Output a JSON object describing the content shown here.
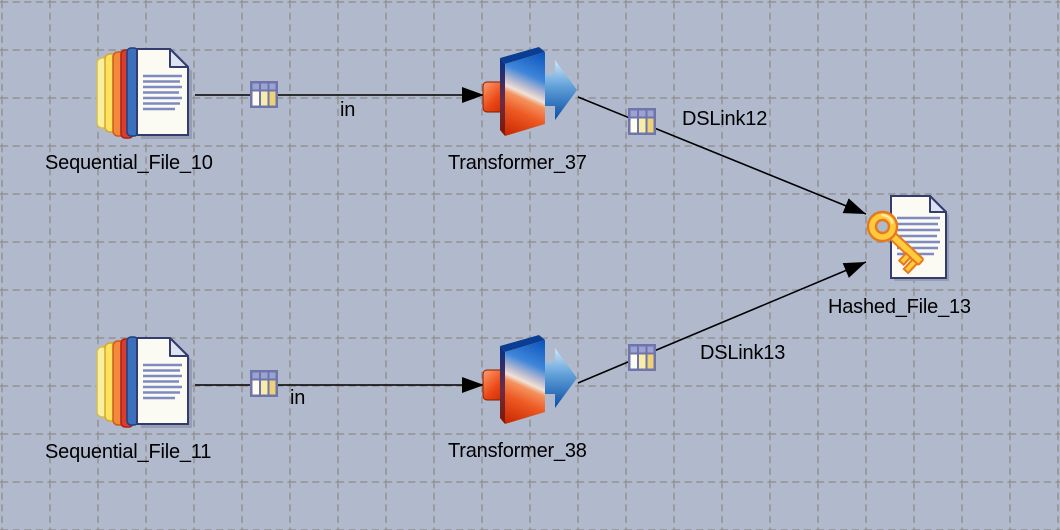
{
  "app": {
    "view": "DataStage job design canvas"
  },
  "colors": {
    "canvas_bg": "#b1b9cd",
    "grid_line": "#96979b",
    "link_line": "#000000",
    "label_text": "#000000",
    "link_marker_border": "#6f74aa",
    "link_marker_header": "#9aa3d2",
    "link_marker_cell": "#f8ecaa",
    "key_gold": "#ffca3e",
    "key_outline": "#e5791b",
    "doc_outline": "#323c6e"
  },
  "stages": [
    {
      "label": "Sequential_File_10",
      "type": "sequential-file",
      "icon": "sequential-file-icon"
    },
    {
      "label": "Transformer_37",
      "type": "transformer",
      "icon": "transformer-icon"
    },
    {
      "label": "Sequential_File_11",
      "type": "sequential-file",
      "icon": "sequential-file-icon"
    },
    {
      "label": "Transformer_38",
      "type": "transformer",
      "icon": "transformer-icon"
    },
    {
      "label": "Hashed_File_13",
      "type": "hashed-file",
      "icon": "hashed-file-icon"
    }
  ],
  "links": [
    {
      "name": "in",
      "from": "Sequential_File_10",
      "to": "Transformer_37",
      "marker_icon": "link-marker-icon"
    },
    {
      "name": "DSLink12",
      "from": "Transformer_37",
      "to": "Hashed_File_13",
      "marker_icon": "link-marker-icon"
    },
    {
      "name": "in",
      "from": "Sequential_File_11",
      "to": "Transformer_38",
      "marker_icon": "link-marker-icon"
    },
    {
      "name": "DSLink13",
      "from": "Transformer_38",
      "to": "Hashed_File_13",
      "marker_icon": "link-marker-icon"
    }
  ]
}
